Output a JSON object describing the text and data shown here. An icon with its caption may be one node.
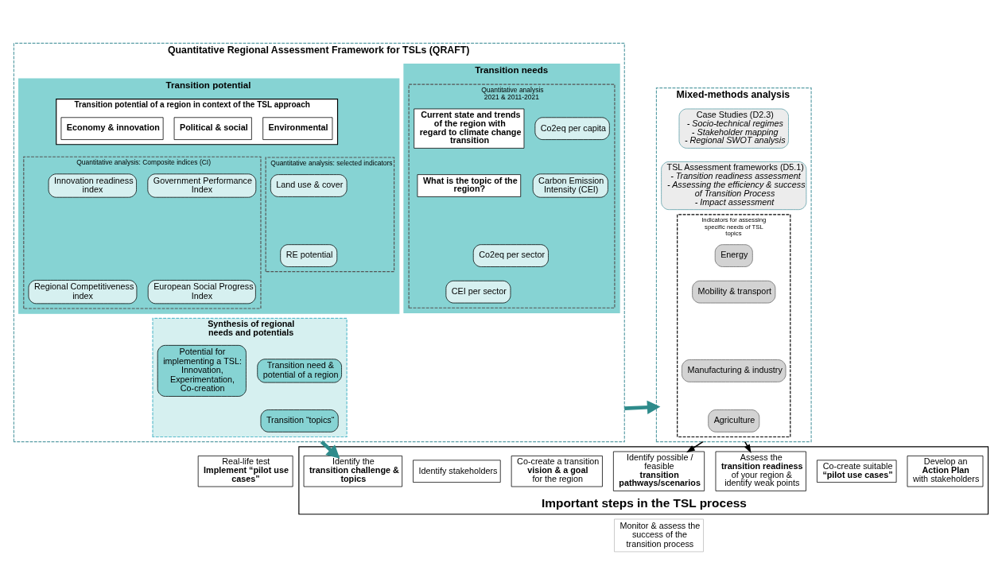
{
  "diagram": {
    "nodes": [
      {
        "text": [
          "Quantitative Regional Assessment Framework for TSLs (QRAFT)"
        ]
      },
      {
        "text": [
          "Transition needs"
        ],
        "in": 0
      },
      {
        "text": [
          "Quantitative analysis",
          "2021 & 2011-2021"
        ],
        "in": 1
      },
      {
        "text": [
          "Current state and trends of the region with regard to climate change transition"
        ],
        "in": 2
      },
      {
        "text": [
          "Co2eq per capita"
        ],
        "in": 2
      },
      {
        "text": [
          "Carbon Emission Intensity (CEI)"
        ],
        "in": 2
      },
      {
        "text": [
          "What is the topic of the region?"
        ],
        "in": 2
      },
      {
        "text": [
          "Co2eq per sector"
        ],
        "in": 2
      },
      {
        "text": [
          "CEI per sector"
        ],
        "in": 2
      },
      {
        "text": [
          "Transition potential"
        ],
        "in": 0
      },
      {
        "text": [
          "Transition potential of a region in context of the TSL approach"
        ],
        "in": 9
      },
      {
        "text": [
          "Economy & innovation"
        ],
        "in": 10
      },
      {
        "text": [
          "Political & social"
        ],
        "in": 10
      },
      {
        "text": [
          "Environmental"
        ],
        "in": 10
      },
      {
        "text": [
          "Quantitative analysis: Composite indices (CI)"
        ],
        "in": 9
      },
      {
        "text": [
          "Innovation readiness index"
        ],
        "in": 14
      },
      {
        "text": [
          "Government Performance Index"
        ],
        "in": 14
      },
      {
        "text": [
          "Regional Competitiveness index"
        ],
        "in": 14
      },
      {
        "text": [
          "European Social Progress Index"
        ],
        "in": 14
      },
      {
        "text": [
          "Quantitative analysis: selected indicators"
        ],
        "in": 9
      },
      {
        "text": [
          "Land use & cover"
        ],
        "in": 19
      },
      {
        "text": [
          "RE potential"
        ],
        "in": 19
      },
      {
        "text": [
          "Synthesis of regional needs and potentials"
        ],
        "in": 0
      },
      {
        "text": [
          "Transition need & potential of a region"
        ],
        "in": 22
      },
      {
        "text": [
          "Potential for implementing a TSL: Innovation, Experimentation, Co-creation"
        ],
        "in": 22
      },
      {
        "text": [
          "Transition “topics“"
        ],
        "in": 22
      },
      {
        "text": [
          "Mixed-methods analysis"
        ]
      },
      {
        "text": [
          "Case Studies (D2.3)",
          "- Socio-technical regimes",
          "- Stakeholder mapping",
          "- Regional SWOT analysis"
        ],
        "in": 26
      },
      {
        "text": [
          "TSL Assessment frameworks (D5.1)",
          "- Transition readiness assessment",
          "- Assessing the efficiency & success of Transition Process",
          "- Impact assessment"
        ],
        "in": 26
      },
      {
        "text": [
          "Indicators for assessing specific needs of TSL topics"
        ],
        "in": 26
      },
      {
        "text": [
          "Energy"
        ],
        "in": 29
      },
      {
        "text": [
          "Mobility & transport"
        ],
        "in": 29
      },
      {
        "text": [
          "Manufacturing & industry"
        ],
        "in": 29
      },
      {
        "text": [
          "Agriculture"
        ],
        "in": 29
      },
      {
        "text": [
          "Important steps in the TSL process"
        ]
      },
      {
        "text": [
          "Identify the **transition challenge & topics**"
        ],
        "in": 34
      },
      {
        "text": [
          "Identify stakeholders"
        ],
        "in": 34
      },
      {
        "text": [
          "Co-create a transition **vision & a goal** for the region"
        ],
        "in": 34
      },
      {
        "text": [
          "Identify possible / feasible **transition pathways/scenarios**"
        ],
        "in": 34
      },
      {
        "text": [
          "Assess the **transition readiness** of your region & identify weak points"
        ],
        "in": 34
      },
      {
        "text": [
          "Co-create suitable **“pilot use cases”**"
        ],
        "in": 34
      },
      {
        "text": [
          "Develop an **Action Plan** with stakeholders"
        ],
        "in": 34
      },
      {
        "text": [
          "Real-life test",
          "Implement “pilot use cases”"
        ]
      },
      {
        "text": [
          "Monitor & assess the success of the transition process"
        ]
      }
    ],
    "edges": [
      {
        "from": 0,
        "to": 26,
        "arrow": "to",
        "style": "thick",
        "color": "#2e8b8b"
      },
      {
        "from": 0,
        "to": 35,
        "arrow": "to",
        "style": "thick",
        "color": "#2e8b8b"
      },
      {
        "from": 26,
        "to": 38,
        "arrow": "to",
        "color": "#000000"
      },
      {
        "from": 26,
        "to": 39,
        "arrow": "to",
        "color": "#000000"
      }
    ]
  }
}
